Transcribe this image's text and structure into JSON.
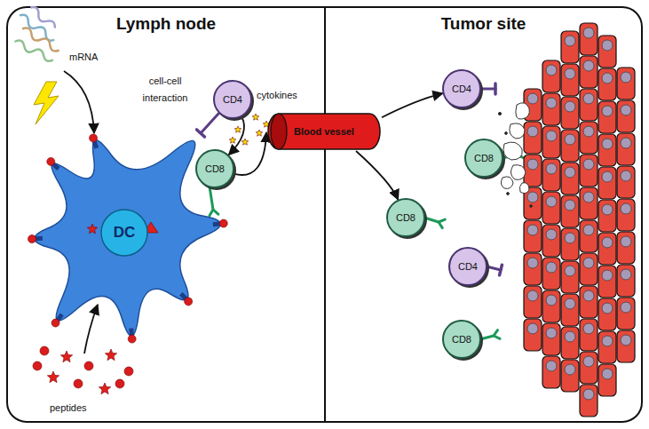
{
  "diagram": {
    "nodes": [
      {
        "text": [
          "Lymph node"
        ]
      },
      {
        "text": [
          "DC"
        ],
        "in": 0
      },
      {
        "text": [
          "CD4"
        ],
        "in": 0
      },
      {
        "text": [
          "CD8"
        ],
        "in": 0
      },
      {
        "text": [
          "Blood vessel"
        ]
      },
      {
        "text": [
          "Tumor site"
        ]
      },
      {
        "text": [
          "CD4"
        ],
        "in": 5
      },
      {
        "text": [
          "CD8"
        ],
        "in": 5
      },
      {
        "text": [
          "CD8"
        ],
        "in": 5
      },
      {
        "text": [
          "CD4"
        ],
        "in": 5
      },
      {
        "text": [
          "CD8"
        ],
        "in": 5
      }
    ],
    "edges": [
      {
        "from": 2,
        "to": 3,
        "arrow": "to",
        "label": "cytokines"
      },
      {
        "from": 3,
        "to": 4,
        "arrow": "to"
      },
      {
        "from": 4,
        "to": 6,
        "arrow": "to"
      },
      {
        "from": 4,
        "to": 8,
        "arrow": "to"
      }
    ],
    "labels": [
      "mRNA",
      "cell-cell interaction",
      "peptides"
    ]
  }
}
